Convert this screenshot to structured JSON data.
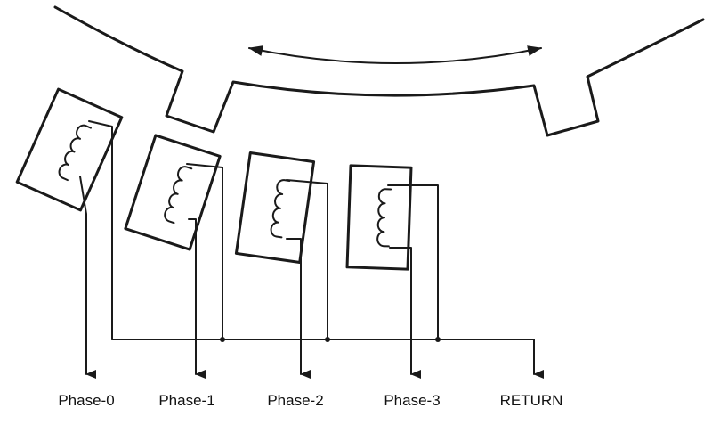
{
  "diagram": {
    "labels": {
      "phase0": "Phase-0",
      "phase1": "Phase-1",
      "phase2": "Phase-2",
      "phase3": "Phase-3",
      "return": "RETURN"
    },
    "colors": {
      "line": "#1a1a1a",
      "background": "#ffffff"
    }
  }
}
